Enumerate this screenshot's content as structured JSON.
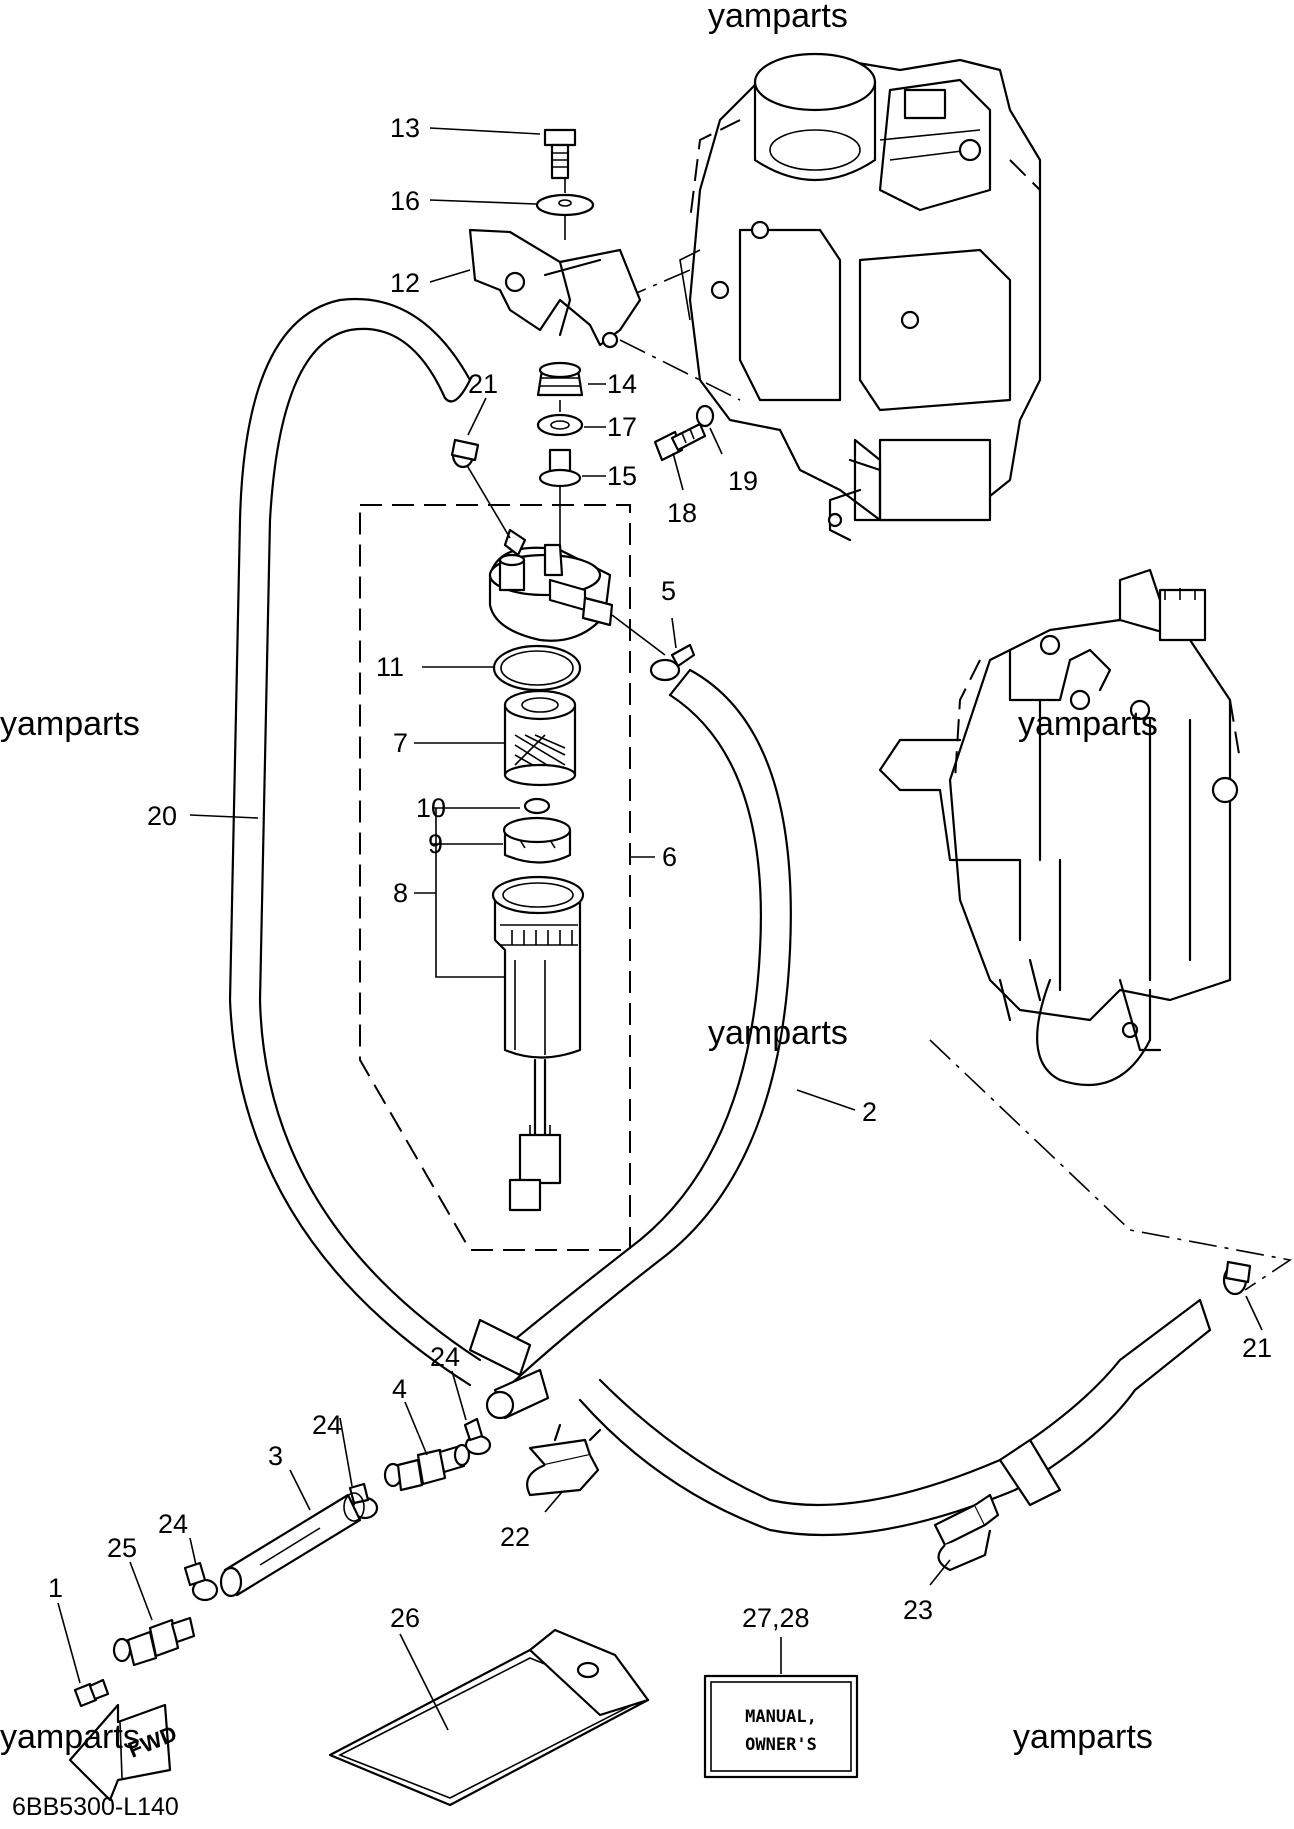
{
  "watermarks": [
    "yamparts",
    "yamparts",
    "yamparts",
    "yamparts",
    "yamparts",
    "yamparts"
  ],
  "diagram_code": "6BB5300-L140",
  "fwd_label": "FWD",
  "manual_label": [
    "MANUAL,",
    "OWNER'S"
  ],
  "callouts": {
    "c1": "1",
    "c2": "2",
    "c3": "3",
    "c4": "4",
    "c5": "5",
    "c6": "6",
    "c7": "7",
    "c8": "8",
    "c9": "9",
    "c10": "10",
    "c11": "11",
    "c12": "12",
    "c13": "13",
    "c14": "14",
    "c15": "15",
    "c16": "16",
    "c17": "17",
    "c18": "18",
    "c19": "19",
    "c20": "20",
    "c21a": "21",
    "c21b": "21",
    "c22": "22",
    "c23": "23",
    "c24a": "24",
    "c24b": "24",
    "c24c": "24",
    "c25": "25",
    "c26": "26",
    "c2728": "27,28"
  }
}
